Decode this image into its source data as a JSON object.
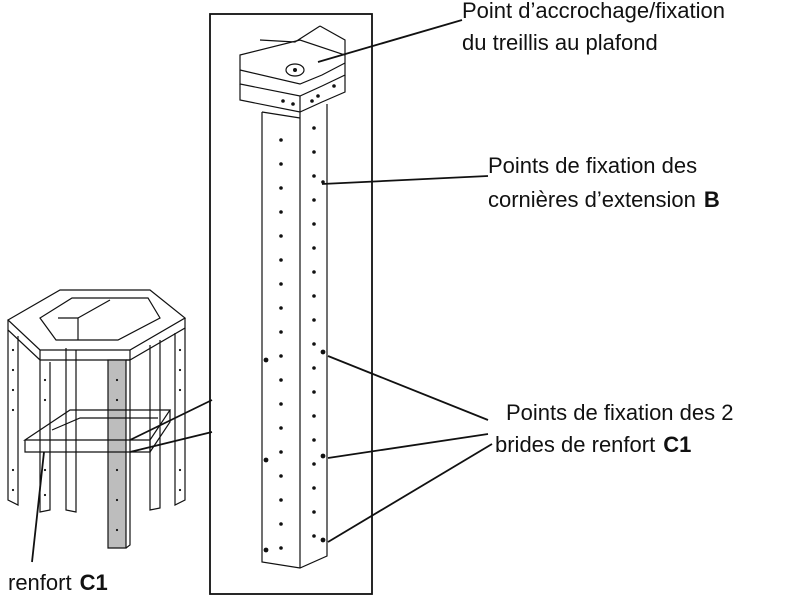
{
  "labels": {
    "ceiling_point": {
      "line1": "Point d’accrochage/fixation",
      "line2": "du treillis au plafond"
    },
    "angle_points": {
      "line1": "Points de fixation des",
      "line2_text": "cornières d’extension",
      "line2_code": "B"
    },
    "flange_points": {
      "line1": "Points de fixation des 2",
      "line2_text": "brides de renfort",
      "line2_code": "C1"
    },
    "reinforcement": {
      "text": "renfort",
      "code": "C1"
    }
  },
  "colors": {
    "line": "#111111",
    "highlight_post": "#bdbdbd"
  }
}
